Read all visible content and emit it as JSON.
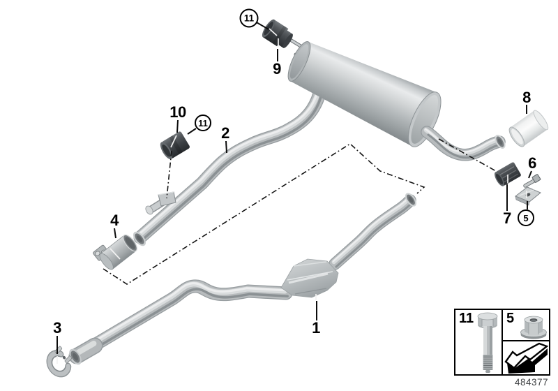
{
  "diagram": {
    "background": "#ffffff",
    "line_color": "#000000",
    "part_labels": {
      "p1": "1",
      "p2": "2",
      "p3": "3",
      "p4": "4",
      "p6": "6",
      "p7": "7",
      "p8": "8",
      "p9": "9",
      "p10": "10"
    },
    "callouts": {
      "c11_top": "11",
      "c11_mid": "11",
      "c5": "5"
    },
    "colors": {
      "pipe_base": "#b7bbbd",
      "pipe_highlight": "#e9ebec",
      "pipe_shadow": "#8b9194",
      "rubber_mount": "#3a3e42",
      "chrome_tip": "#f1f2f2",
      "metal_light": "#cfd3d4"
    }
  },
  "legend": {
    "bolt_cell": {
      "label": "11",
      "icon": "hex-bolt-icon"
    },
    "nut_cell": {
      "label": "5",
      "icon": "flange-nut-icon"
    },
    "arrow_cell": {
      "icon": "direction-of-travel-arrow-icon"
    },
    "doc_number": "484377"
  }
}
